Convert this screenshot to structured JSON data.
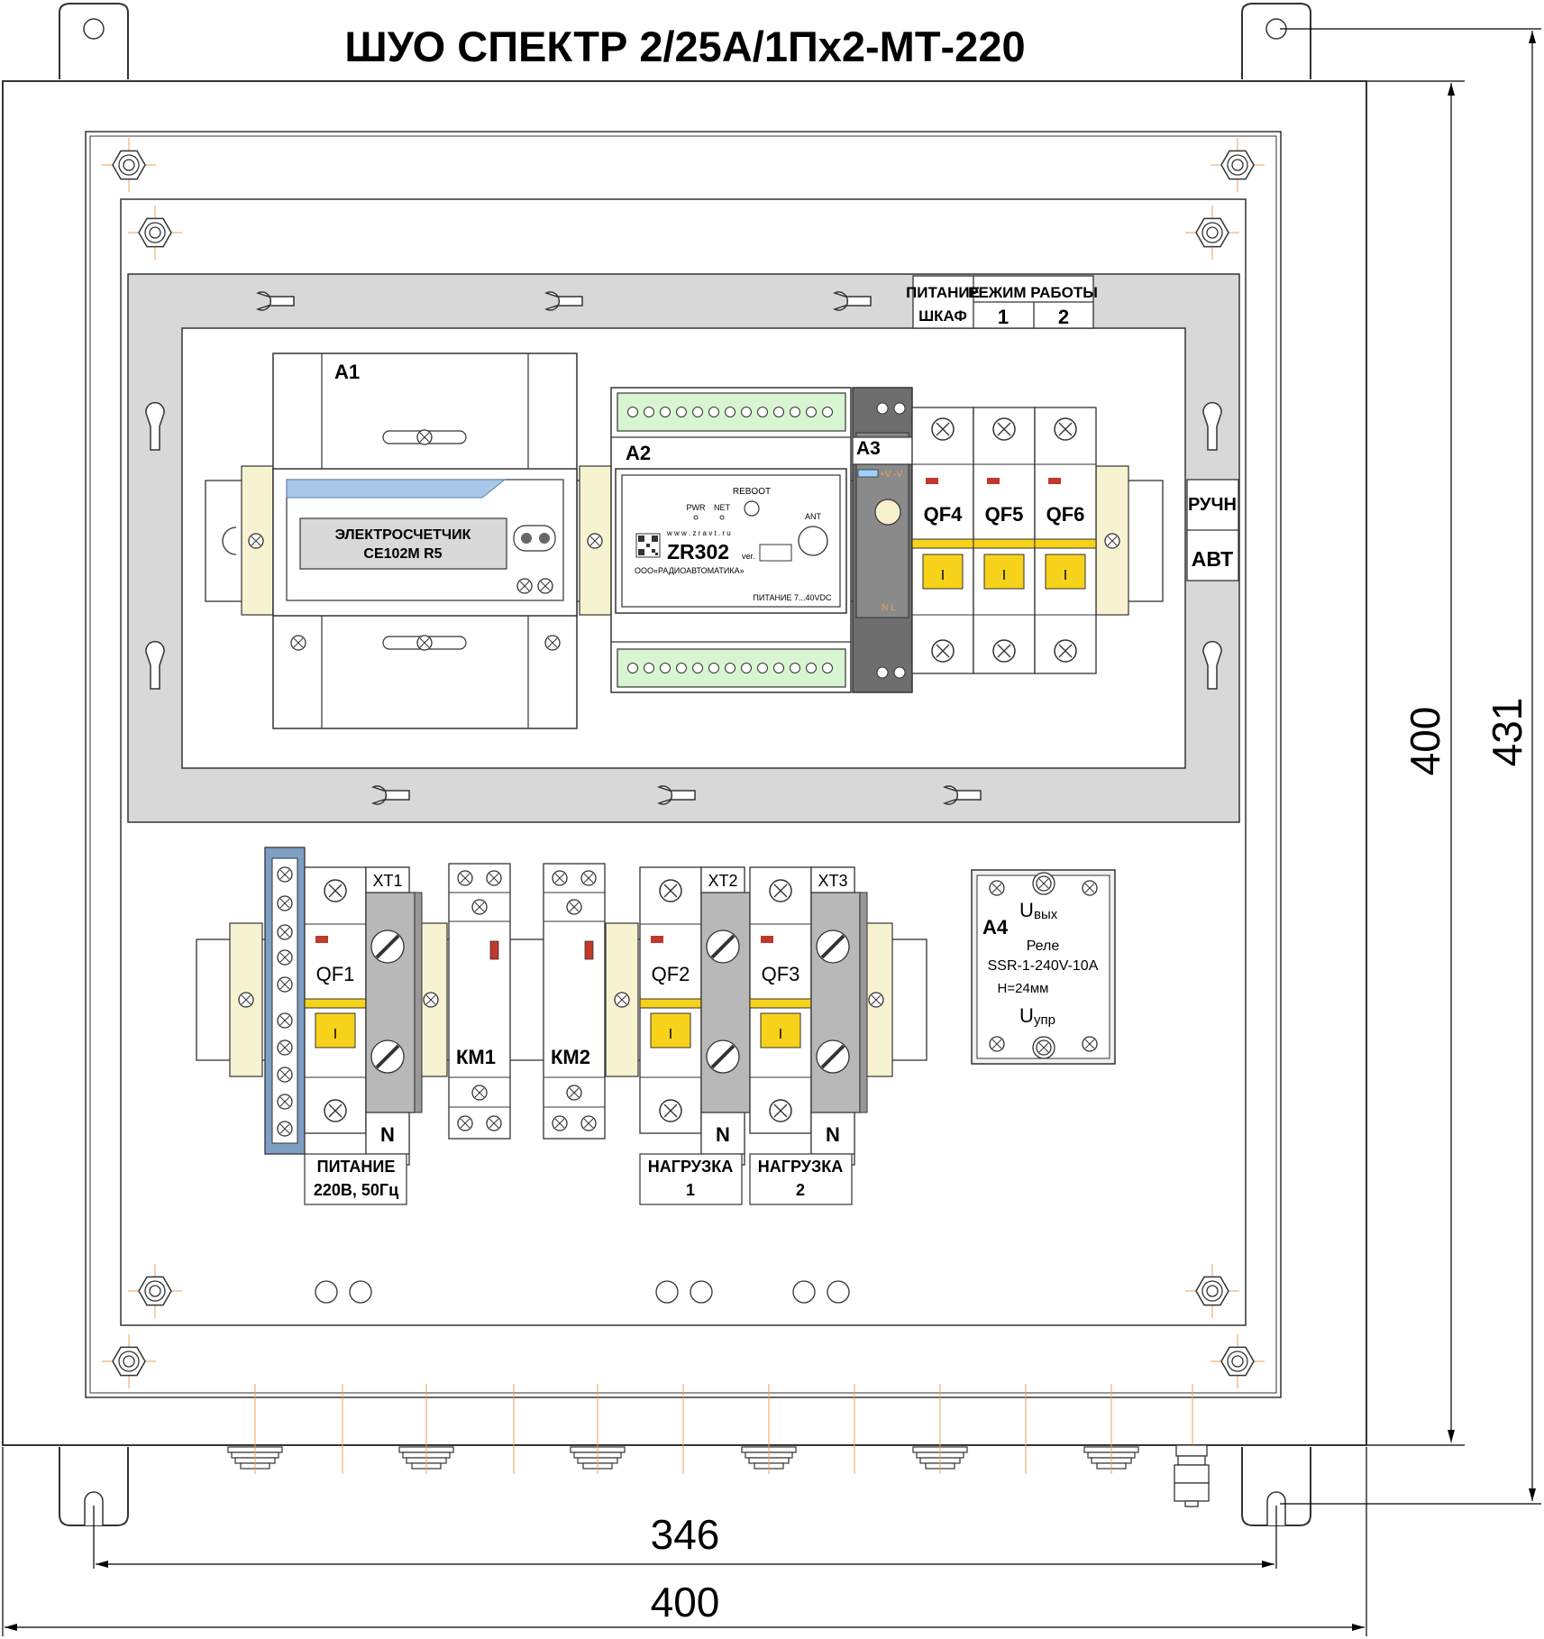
{
  "title": "ШУО СПЕКТР 2/25А/1Пх2-МТ-220",
  "dimensions": {
    "inner_height": "400",
    "total_height": "431",
    "mount_width": "346",
    "total_width": "400"
  },
  "mode_table": {
    "power_label_1": "ПИТАНИЕ",
    "power_label_2": "ШКАФ",
    "mode_header": "РЕЖИМ РАБОТЫ",
    "mode_1": "1",
    "mode_2": "2"
  },
  "switch_labels": {
    "manual": "РУЧН",
    "auto": "АВТ"
  },
  "meter": {
    "ref": "A1",
    "line1": "ЭЛЕКТРОСЧЕТЧИК",
    "line2": "CE102M R5"
  },
  "controller": {
    "ref": "A2",
    "reboot": "REBOOT",
    "pwr": "PWR",
    "net": "NET",
    "ant": "ANT",
    "url": "w w w . z r a v t . r u",
    "model": "ZR302",
    "ver": "ver.",
    "maker": "ООО«РАДИОАВТОМАТИКА»",
    "power_note": "ПИТАНИЕ 7...40VDC"
  },
  "psu": {
    "ref": "A3",
    "out_label": "+V -V",
    "in_label": "N   L"
  },
  "breakers_top": [
    "QF4",
    "QF5",
    "QF6"
  ],
  "breaker_toggle_mark": "I",
  "breakers_bottom": [
    "QF1",
    "QF2",
    "QF3"
  ],
  "contactors": [
    "КМ1",
    "КМ2"
  ],
  "terminals": [
    "XT1",
    "XT2",
    "XT3"
  ],
  "neutral_mark": "N",
  "relay": {
    "ref": "A4",
    "u_out": "U",
    "u_out_sub": "вых",
    "name": "Реле",
    "model": "SSR-1-240V-10A",
    "height": "Н=24мм",
    "u_ctrl": "U",
    "u_ctrl_sub": "упр"
  },
  "terminal_labels": {
    "power_1": "ПИТАНИЕ",
    "power_2": "220В, 50Гц",
    "load1_1": "НАГРУЗКА",
    "load1_2": "1",
    "load2_1": "НАГРУЗКА",
    "load2_2": "2"
  },
  "colors": {
    "rail": "#d8d8d8",
    "din_clip": "#f7f3d0",
    "terminal_green": "#d6f5d0",
    "breaker_yellow": "#f6d21a",
    "breaker_red": "#c0392b",
    "psu_dark": "#6e6e6e",
    "bus_blue": "#7e9fc4",
    "leader_orange": "#e8a25a"
  }
}
